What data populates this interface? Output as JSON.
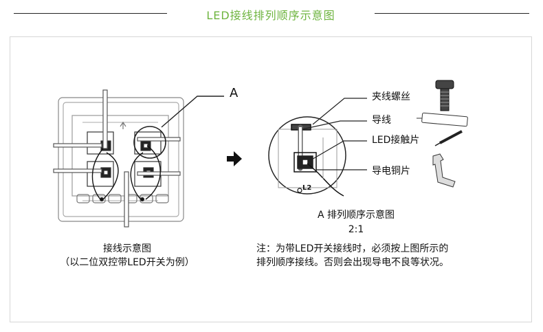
{
  "header": {
    "title": "LED接线排列顺序示意图",
    "accent_color": "#6eb43f"
  },
  "left_figure": {
    "caption_line1": "接线示意图",
    "caption_line2": "（以二位双控带LED开关为例）"
  },
  "callout": {
    "label": "A"
  },
  "arrow": {
    "icon": "right-arrow-icon"
  },
  "detail_figure": {
    "labels": {
      "screw": "夹线螺丝",
      "wire": "导线",
      "led_contact": "LED接触片",
      "copper": "导电铜片",
      "terminal": "L2"
    },
    "caption_line1": "A 排列顺序示意图",
    "caption_line2": "2:1"
  },
  "note": {
    "line1": "注：为带LED开关接线时，必须按上图所示的",
    "line2": "排列顺序接线。否则会出现导电不良等状况。"
  }
}
